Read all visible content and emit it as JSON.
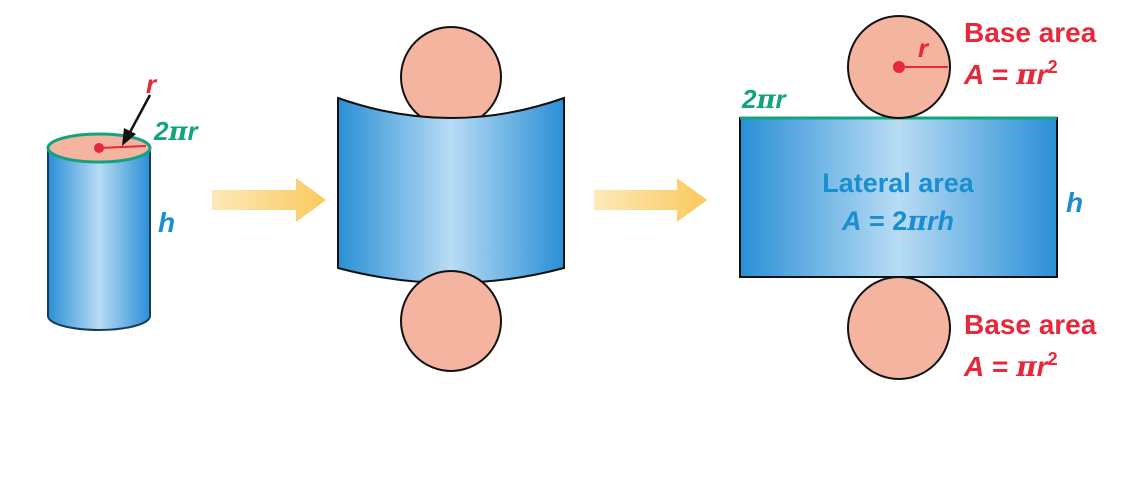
{
  "colors": {
    "red_label": "#e8273a",
    "green_label": "#14a37f",
    "blue_label": "#1a8fd0",
    "disk_fill": "#f5b4a0",
    "arrow_fill": "#fbd88a",
    "tube_light": "#b8dcf4",
    "tube_dark": "#2a8fd6"
  },
  "labels": {
    "radius": "r",
    "circumference_num": "2",
    "circumference_pi": "π",
    "circumference_var": "r",
    "height": "h",
    "lateral_title": "Lateral area",
    "lateral_formula_a": "A",
    "lateral_formula_eq": " = 2",
    "lateral_formula_pi": "π",
    "lateral_formula_rh": "rh",
    "base_title": "Base area",
    "base_formula_a": "A",
    "base_formula_eq": " = ",
    "base_formula_pi": "π",
    "base_formula_r": "r",
    "base_formula_exp": "2"
  },
  "icons": {
    "arrow_1": "right-arrow-icon",
    "arrow_2": "right-arrow-icon"
  }
}
